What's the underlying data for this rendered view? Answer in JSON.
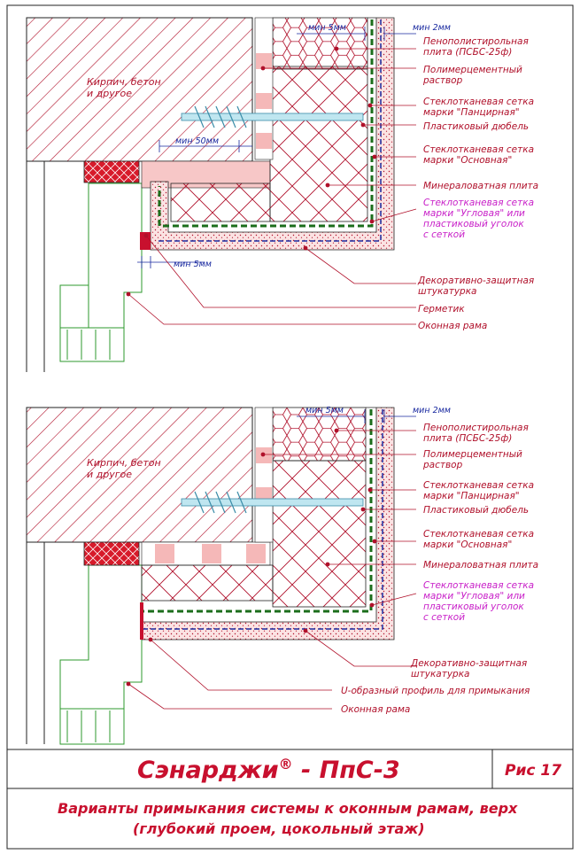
{
  "upper": {
    "dims": {
      "min5": "мин 5мм",
      "min2": "мин 2мм",
      "min50": "мин 50мм",
      "min5b": "мин 5мм"
    },
    "wall_label": [
      "Кирпич, бетон",
      "и другое"
    ],
    "labels": [
      {
        "lines": [
          "Пенополистирольная",
          "плита (ПСБС-25ф)"
        ],
        "color": "#b0102a"
      },
      {
        "lines": [
          "Полимерцементный",
          "раствор"
        ],
        "color": "#b0102a"
      },
      {
        "lines": [
          "Стеклотканевая сетка",
          "марки \"Панцирная\""
        ],
        "color": "#b0102a"
      },
      {
        "lines": [
          "Пластиковый дюбель"
        ],
        "color": "#b0102a"
      },
      {
        "lines": [
          "Стеклотканевая сетка",
          "марки \"Основная\""
        ],
        "color": "#b0102a"
      },
      {
        "lines": [
          "Минераловатная плита"
        ],
        "color": "#b0102a"
      },
      {
        "lines": [
          "Стеклотканевая сетка",
          "марки \"Угловая\" или",
          "пластиковый уголок",
          "с сеткой"
        ],
        "color": "#c81fc8"
      },
      {
        "lines": [
          "Декоративно-защитная",
          "штукатурка"
        ],
        "color": "#b0102a"
      },
      {
        "lines": [
          "Герметик"
        ],
        "color": "#b0102a"
      },
      {
        "lines": [
          "Оконная рама"
        ],
        "color": "#b0102a"
      }
    ]
  },
  "lower": {
    "dims": {
      "min5": "мин 5мм",
      "min2": "мин 2мм"
    },
    "wall_label": [
      "Кирпич, бетон",
      "и другое"
    ],
    "labels": [
      {
        "lines": [
          "Пенополистирольная",
          "плита (ПСБС-25ф)"
        ],
        "color": "#b0102a"
      },
      {
        "lines": [
          "Полимерцементный",
          "раствор"
        ],
        "color": "#b0102a"
      },
      {
        "lines": [
          "Стеклотканевая сетка",
          "марки \"Панцирная\""
        ],
        "color": "#b0102a"
      },
      {
        "lines": [
          "Пластиковый дюбель"
        ],
        "color": "#b0102a"
      },
      {
        "lines": [
          "Стеклотканевая сетка",
          "марки \"Основная\""
        ],
        "color": "#b0102a"
      },
      {
        "lines": [
          "Минераловатная плита"
        ],
        "color": "#b0102a"
      },
      {
        "lines": [
          "Стеклотканевая сетка",
          "марки \"Угловая\" или",
          "пластиковый уголок",
          "с сеткой"
        ],
        "color": "#c81fc8"
      },
      {
        "lines": [
          "Декоративно-защитная",
          "штукатурка"
        ],
        "color": "#b0102a"
      },
      {
        "lines": [
          "U-образный профиль для примыкания"
        ],
        "color": "#b0102a"
      },
      {
        "lines": [
          "Оконная рама"
        ],
        "color": "#b0102a"
      }
    ]
  },
  "footer": {
    "title": "Сэнарджи",
    "title_sup": "®",
    "title_code": " - ПпС-3",
    "figure": "Рис 17",
    "subtitle_1": "Варианты примыкания системы к оконным рамам, верх",
    "subtitle_2": "(глубокий проем, цокольный этаж)"
  },
  "colors": {
    "accent": "#c8102e",
    "green": "#2e9a2e",
    "dim": "#1a2aa0",
    "magenta": "#c81fc8"
  }
}
